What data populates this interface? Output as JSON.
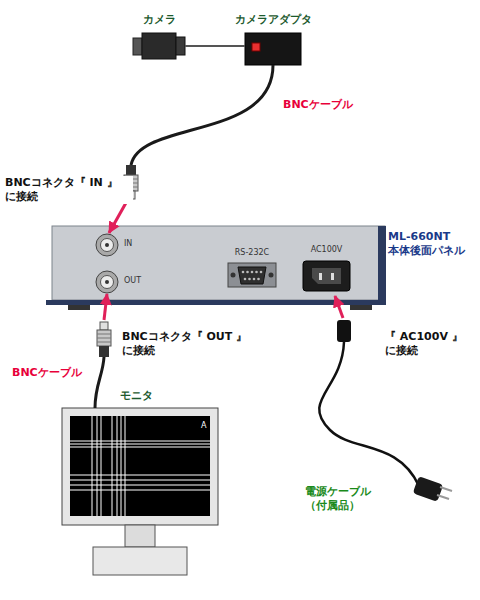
{
  "diagram": {
    "nodes": [
      {
        "text": [
          "カメラ"
        ]
      },
      {
        "text": [
          "カメラアダプタ"
        ]
      },
      {
        "text": [
          "ML-660NT 本体後面パネル"
        ]
      },
      {
        "text": [
          "IN"
        ],
        "in": 2
      },
      {
        "text": [
          "OUT"
        ],
        "in": 2
      },
      {
        "text": [
          "RS-232C"
        ],
        "in": 2
      },
      {
        "text": [
          "AC100V"
        ],
        "in": 2
      },
      {
        "text": [
          "モニタ"
        ]
      }
    ],
    "edges": [
      {
        "from": 0,
        "to": 1,
        "arrow": "none"
      },
      {
        "from": 1,
        "to": 3,
        "arrow": "to",
        "label": "BNCケーブル"
      },
      {
        "from": 7,
        "to": 4,
        "arrow": "to",
        "label": "BNCケーブル"
      }
    ],
    "labels": [
      "BNCコネクタ『 IN 』 に接続",
      "BNCコネクタ『 OUT 』 に接続",
      "『 AC100V 』 に接続",
      "電源ケーブル （付属品）",
      "A"
    ]
  }
}
